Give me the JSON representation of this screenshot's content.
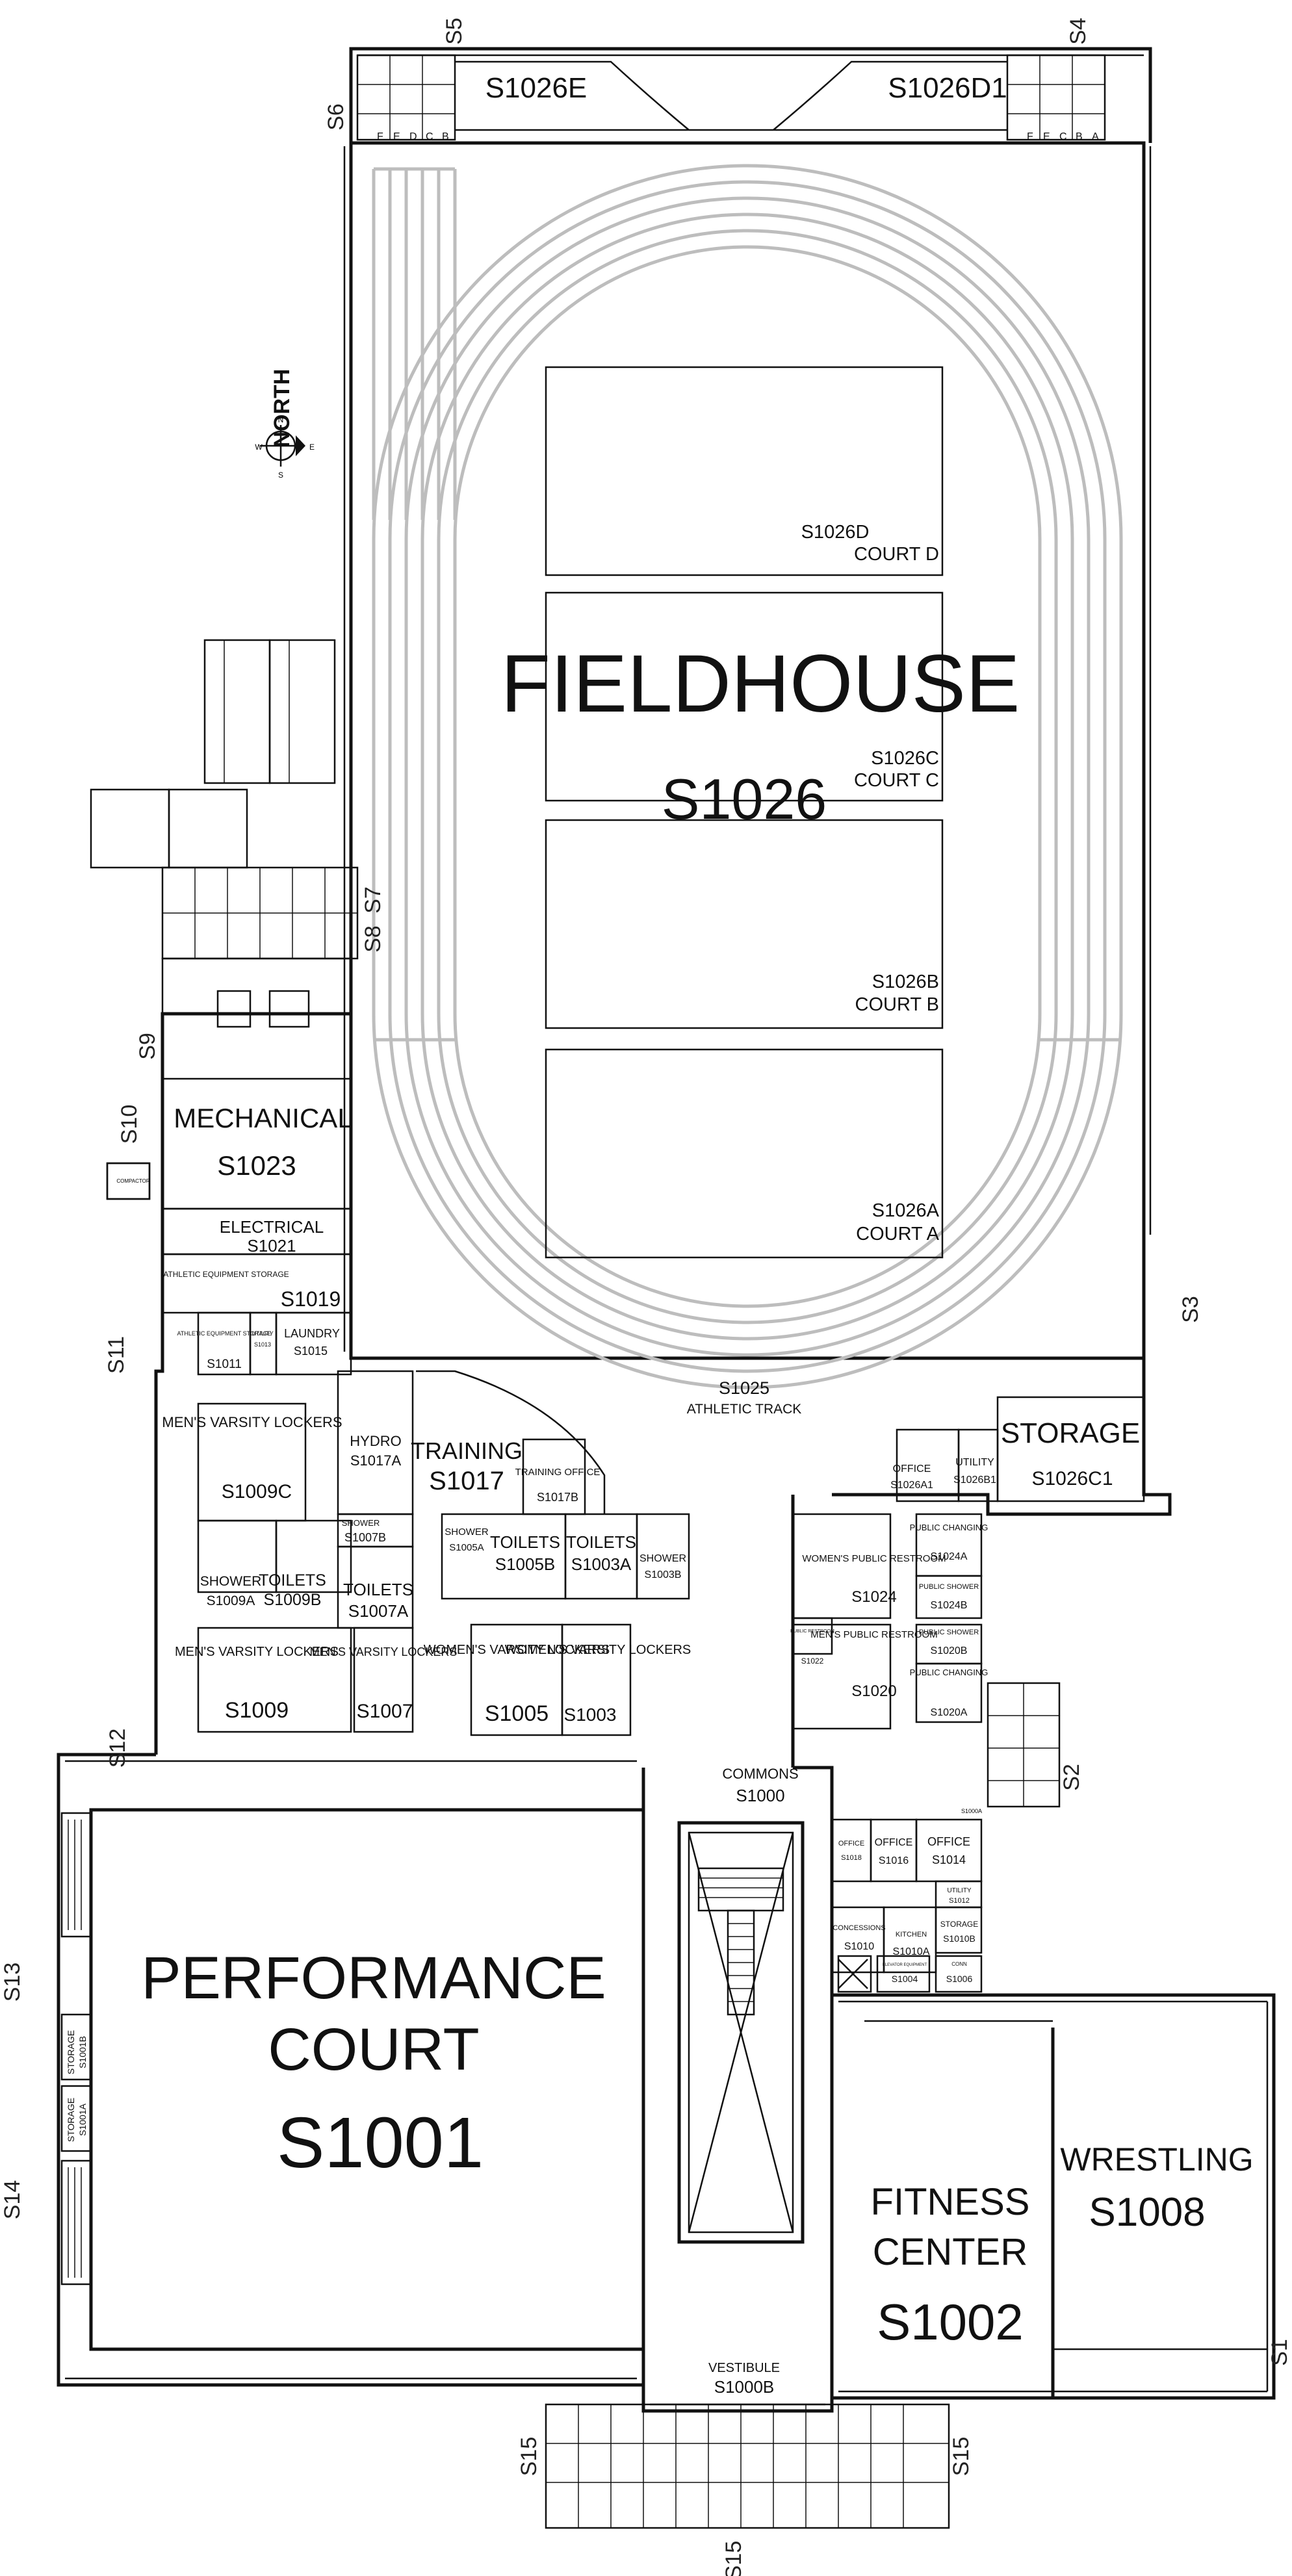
{
  "compass": {
    "label": "NORTH",
    "n": "N",
    "s": "S",
    "e": "E",
    "w": "W"
  },
  "fieldhouse": {
    "title": "FIELDHOUSE",
    "number": "S1026"
  },
  "courts": [
    {
      "id": "S1026D",
      "name": "COURT D"
    },
    {
      "id": "S1026C",
      "name": "COURT C"
    },
    {
      "id": "S1026B",
      "name": "COURT B"
    },
    {
      "id": "S1026A",
      "name": "COURT A"
    }
  ],
  "track": {
    "number": "S1025",
    "name": "ATHLETIC TRACK"
  },
  "top_rooms": {
    "west": "S1026E",
    "east": "S1026D1"
  },
  "rooms": {
    "mechanical": {
      "name": "MECHANICAL",
      "number": "S1023"
    },
    "electrical": {
      "name": "ELECTRICAL",
      "number": "S1021"
    },
    "athletic_storage": {
      "name": "ATHLETIC EQUIPMENT STORAGE",
      "number": "S1019"
    },
    "athletic_storage_small": {
      "name": "ATHLETIC EQUIPMENT STORAGE",
      "number": "S1011"
    },
    "utility_small": {
      "name": "UTILITY",
      "number": "S1013"
    },
    "laundry": {
      "name": "LAUNDRY",
      "number": "S1015"
    },
    "training": {
      "name": "TRAINING",
      "number": "S1017"
    },
    "hydro": {
      "name": "HYDRO",
      "number": "S1017A"
    },
    "training_office": {
      "name": "TRAINING OFFICE",
      "number": "S1017B"
    },
    "mens_varsity_c": {
      "name": "MEN'S VARSITY LOCKERS",
      "number": "S1009C"
    },
    "shower_1007b": {
      "name": "SHOWER",
      "number": "S1007B"
    },
    "shower_1009a": {
      "name": "SHOWER",
      "number": "S1009A"
    },
    "toilets_1009b": {
      "name": "TOILETS",
      "number": "S1009B"
    },
    "toilets_1007a": {
      "name": "TOILETS",
      "number": "S1007A"
    },
    "mens_varsity_1009": {
      "name": "MEN'S VARSITY LOCKERS",
      "number": "S1009"
    },
    "mens_varsity_1007": {
      "name": "MEN'S VARSITY LOCKERS",
      "number": "S1007"
    },
    "shower_1005a": {
      "name": "SHOWER",
      "number": "S1005A"
    },
    "toilets_1005b": {
      "name": "TOILETS",
      "number": "S1005B"
    },
    "toilets_1003a": {
      "name": "TOILETS",
      "number": "S1003A"
    },
    "shower_1003b": {
      "name": "SHOWER",
      "number": "S1003B"
    },
    "womens_varsity_1005": {
      "name": "WOMEN'S VARSITY LOCKERS",
      "number": "S1005"
    },
    "womens_varsity_1003": {
      "name": "WOMEN'S VARSITY LOCKERS",
      "number": "S1003"
    },
    "office_1026a1": {
      "name": "OFFICE",
      "number": "S1026A1"
    },
    "utility_1026b1": {
      "name": "UTILITY",
      "number": "S1026B1"
    },
    "storage_1026c1": {
      "name": "STORAGE",
      "number": "S1026C1"
    },
    "womens_public": {
      "name": "WOMEN'S PUBLIC RESTROOM",
      "number": "S1024"
    },
    "public_changing_1024a": {
      "name": "PUBLIC CHANGING",
      "number": "S1024A"
    },
    "public_shower_1024b": {
      "name": "PUBLIC SHOWER",
      "number": "S1024B"
    },
    "public_restroom_small": {
      "name": "PUBLIC RESTROOM",
      "number": "S1022"
    },
    "mens_public": {
      "name": "MEN'S PUBLIC RESTROOM",
      "number": "S1020"
    },
    "public_shower_1020b": {
      "name": "PUBLIC SHOWER",
      "number": "S1020B"
    },
    "public_changing_1020a": {
      "name": "PUBLIC CHANGING",
      "number": "S1020A"
    },
    "commons": {
      "name": "COMMONS",
      "number": "S1000"
    },
    "performance_court": {
      "name1": "PERFORMANCE",
      "name2": "COURT",
      "number": "S1001"
    },
    "storage_1001b": {
      "name": "STORAGE",
      "number": "S1001B"
    },
    "storage_1001a": {
      "name": "STORAGE",
      "number": "S1001A"
    },
    "office_1018": {
      "name": "OFFICE",
      "number": "S1018"
    },
    "office_1016": {
      "name": "OFFICE",
      "number": "S1016"
    },
    "office_1014": {
      "name": "OFFICE",
      "number": "S1014"
    },
    "utility_1012": {
      "name": "UTILITY",
      "number": "S1012"
    },
    "concessions": {
      "name": "CONCESSIONS",
      "number": "S1010"
    },
    "kitchen": {
      "name": "KITCHEN",
      "number": "S1010A"
    },
    "storage_1010b": {
      "name": "STORAGE",
      "number": "S1010B"
    },
    "elevator_equipment": {
      "name": "ELEVATOR EQUIPMENT",
      "number": "S1004"
    },
    "room_1006": {
      "name": "CONN",
      "number": "S1006"
    },
    "fitness": {
      "name1": "FITNESS",
      "name2": "CENTER",
      "number": "S1002"
    },
    "wrestling": {
      "name": "WRESTLING",
      "number": "S1008"
    },
    "vestibule": {
      "name": "VESTIBULE",
      "number": "S1000B"
    }
  },
  "exits": [
    "S1",
    "S2",
    "S3",
    "S4",
    "S5",
    "S6",
    "S7",
    "S8",
    "S9",
    "S10",
    "S11",
    "S12",
    "S13",
    "S14",
    "S15",
    "S15",
    "S15"
  ],
  "door_letters": [
    "A",
    "B",
    "C",
    "D",
    "E",
    "F"
  ],
  "misc": {
    "compactor": "COMPACTOR",
    "small_tag": "S1000A"
  }
}
